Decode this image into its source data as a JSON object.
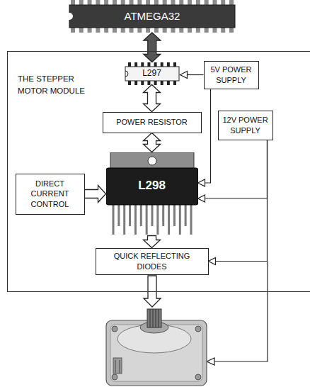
{
  "diagram": {
    "nodes": [
      {
        "text": [
          "ATMEGA32"
        ]
      },
      {
        "text": [
          "THE STEPPER MOTOR MODULE"
        ]
      },
      {
        "text": [
          "L297"
        ],
        "in": 1
      },
      {
        "text": [
          "5V POWER SUPPLY"
        ],
        "in": 1
      },
      {
        "text": [
          "POWER RESISTOR"
        ],
        "in": 1
      },
      {
        "text": [
          "12V POWER SUPPLY"
        ],
        "in": 1
      },
      {
        "text": [
          "DIRECT CURRENT CONTROL"
        ],
        "in": 1
      },
      {
        "text": [
          "L298"
        ],
        "in": 1
      },
      {
        "text": [
          "QUICK REFLECTING DIODES"
        ],
        "in": 1
      }
    ],
    "edges": [
      {
        "from": 0,
        "to": 2,
        "arrow": "both"
      },
      {
        "from": 3,
        "to": 2,
        "arrow": "to"
      },
      {
        "from": 2,
        "to": 4,
        "arrow": "both"
      },
      {
        "from": 4,
        "to": 7,
        "arrow": "both"
      },
      {
        "from": 6,
        "to": 7,
        "arrow": "to"
      },
      {
        "from": 3,
        "to": 7,
        "arrow": "to"
      },
      {
        "from": 5,
        "to": 7,
        "arrow": "to"
      },
      {
        "from": 7,
        "to": 8,
        "arrow": "to"
      },
      {
        "from": 5,
        "to": 8,
        "arrow": "to"
      }
    ]
  }
}
